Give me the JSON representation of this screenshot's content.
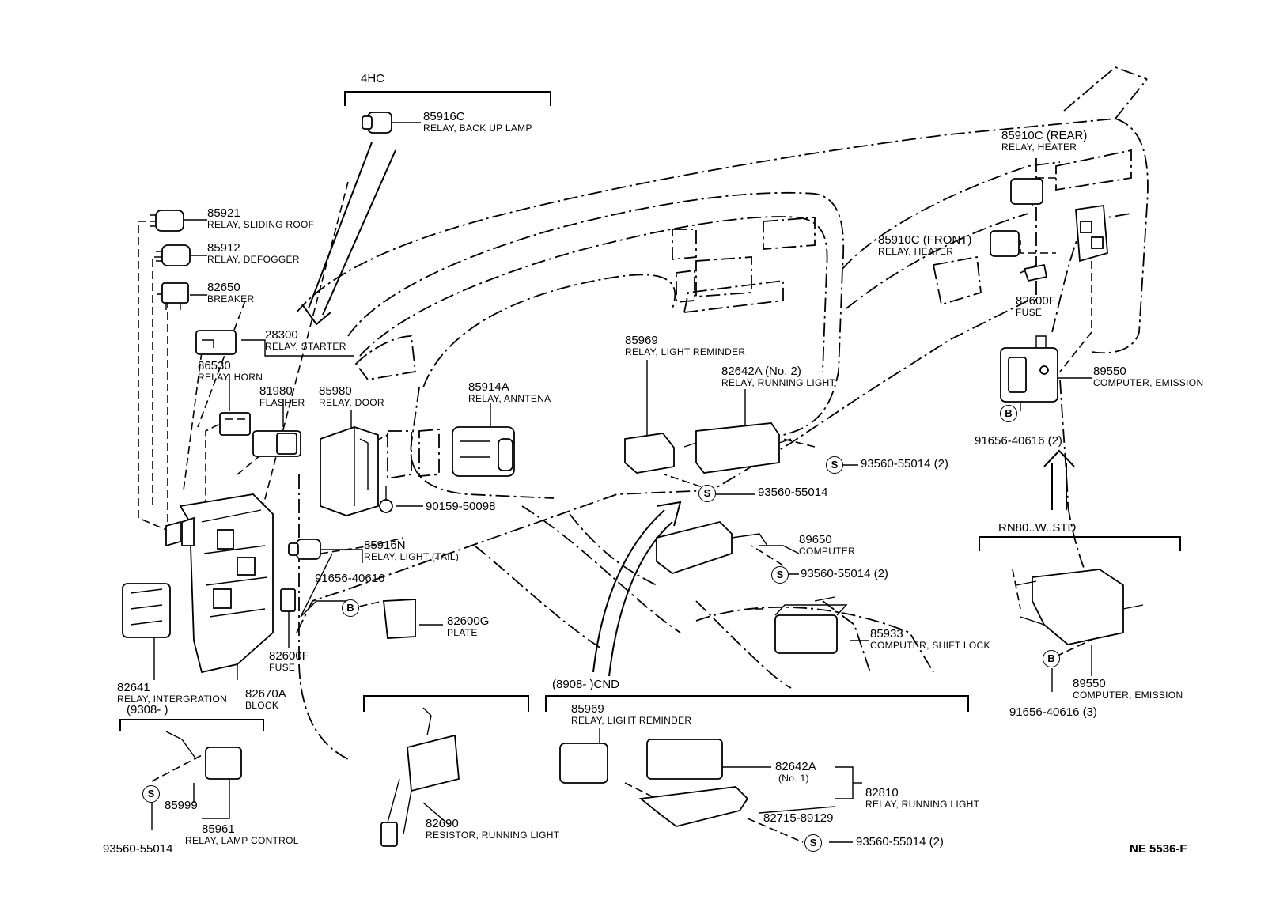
{
  "diagram": {
    "figure_code": "NE 5536-F",
    "groups": {
      "g4hc": "4HC",
      "rn80": "RN80..W..STD",
      "cnd": "(8908-        )CND",
      "g9308": "(9308-        )"
    },
    "symbols": {
      "s": "S",
      "b": "B"
    },
    "parts": [
      {
        "num": "85916C",
        "desc": "RELAY, BACK UP LAMP"
      },
      {
        "num": "85921",
        "desc": "RELAY, SLIDING ROOF"
      },
      {
        "num": "85912",
        "desc": "RELAY, DEFOGGER"
      },
      {
        "num": "82650",
        "desc": "BREAKER"
      },
      {
        "num": "28300",
        "desc": "RELAY, STARTER"
      },
      {
        "num": "86530",
        "desc": "RELAY, HORN"
      },
      {
        "num": "81980",
        "desc": "FLASHER"
      },
      {
        "num": "85980",
        "desc": "RELAY, DOOR"
      },
      {
        "num": "85914A",
        "desc": "RELAY, ANNTENA"
      },
      {
        "num": "85969",
        "desc": "RELAY, LIGHT REMINDER"
      },
      {
        "num": "82642A (No. 2)",
        "desc": "RELAY, RUNNING LIGHT"
      },
      {
        "num": "85910C (REAR)",
        "desc": "RELAY, HEATER"
      },
      {
        "num": "85910C (FRONT)",
        "desc": "RELAY, HEATER"
      },
      {
        "num": "82600F",
        "desc": "FUSE"
      },
      {
        "num": "89550",
        "desc": "COMPUTER, EMISSION"
      },
      {
        "num": "91656-40616 (2)",
        "desc": ""
      },
      {
        "num": "93560-55014 (2)",
        "desc": ""
      },
      {
        "num": "93560-55014",
        "desc": ""
      },
      {
        "num": "90159-50098",
        "desc": ""
      },
      {
        "num": "85916N",
        "desc": "RELAY, LIGHT (TAIL)"
      },
      {
        "num": "91656-40616",
        "desc": ""
      },
      {
        "num": "82600G",
        "desc": "PLATE"
      },
      {
        "num": "89650",
        "desc": "COMPUTER"
      },
      {
        "num": "93560-55014 (2)",
        "desc": ""
      },
      {
        "num": "85933",
        "desc": "COMPUTER, SHIFT LOCK"
      },
      {
        "num": "82641",
        "desc": "RELAY, INTERGRATION"
      },
      {
        "num": "82600F",
        "desc": "FUSE"
      },
      {
        "num": "82670A",
        "desc": "BLOCK"
      },
      {
        "num": "85999",
        "desc": ""
      },
      {
        "num": "85961",
        "desc": "RELAY, LAMP CONTROL"
      },
      {
        "num": "93560-55014",
        "desc": ""
      },
      {
        "num": "82690",
        "desc": "RESISTOR, RUNNING LIGHT"
      },
      {
        "num": "85969",
        "desc": "RELAY, LIGHT REMINDER"
      },
      {
        "num": "82642A",
        "desc": "(No. 1)"
      },
      {
        "num": "82810",
        "desc": "RELAY, RUNNING LIGHT"
      },
      {
        "num": "82715-89129",
        "desc": ""
      },
      {
        "num": "93560-55014 (2)",
        "desc": ""
      },
      {
        "num": "89550",
        "desc": "COMPUTER, EMISSION"
      },
      {
        "num": "91656-40616 (3)",
        "desc": ""
      }
    ]
  }
}
